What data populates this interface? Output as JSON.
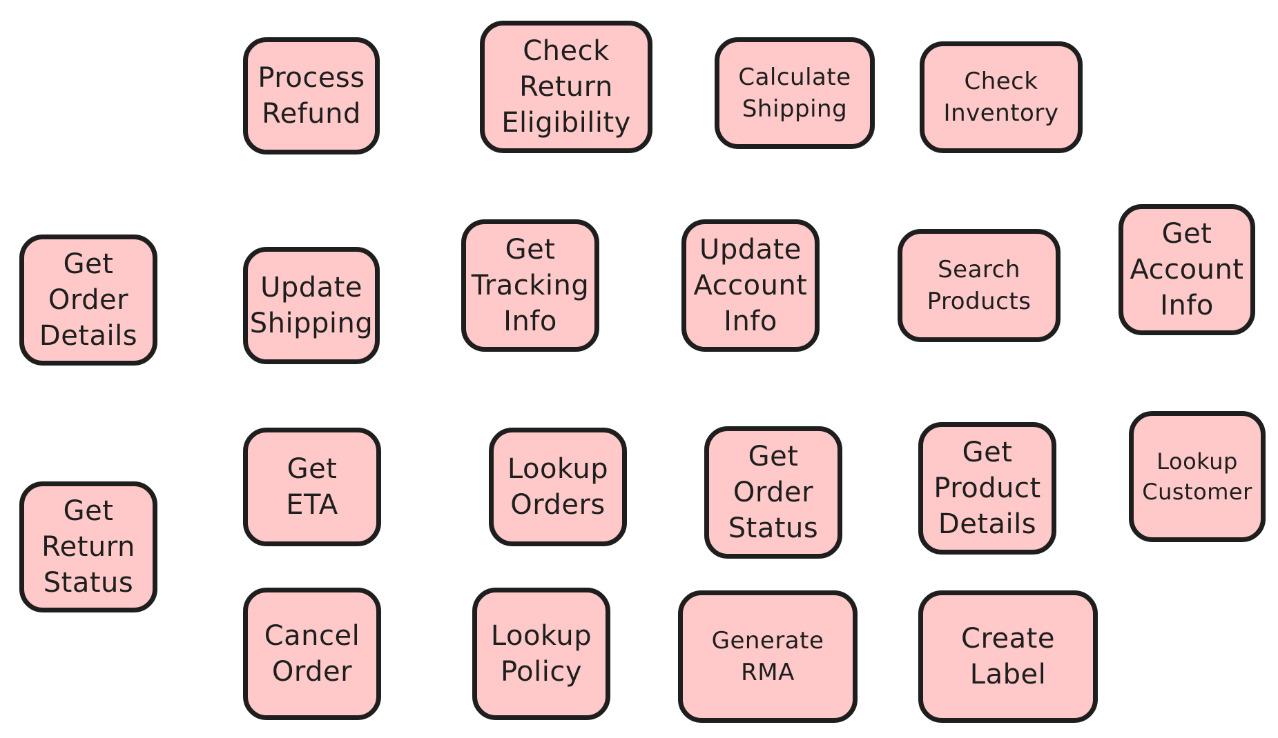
{
  "diagram": {
    "background": "#ffffff",
    "node_fill": "#ffc9c9",
    "node_stroke": "#1e1e1e",
    "nodes": [
      {
        "id": "process-refund",
        "label": "Process\nRefund"
      },
      {
        "id": "check-return-eligibility",
        "label": "Check\nReturn\nEligibility"
      },
      {
        "id": "calculate-shipping",
        "label": "Calculate\nShipping"
      },
      {
        "id": "check-inventory",
        "label": "Check\nInventory"
      },
      {
        "id": "get-order-details",
        "label": "Get\nOrder\nDetails"
      },
      {
        "id": "update-shipping",
        "label": "Update\nShipping"
      },
      {
        "id": "get-tracking-info",
        "label": "Get\nTracking\nInfo"
      },
      {
        "id": "update-account-info",
        "label": "Update\nAccount\nInfo"
      },
      {
        "id": "search-products",
        "label": "Search\nProducts"
      },
      {
        "id": "get-account-info",
        "label": "Get\nAccount\nInfo"
      },
      {
        "id": "get-return-status",
        "label": "Get\nReturn\nStatus"
      },
      {
        "id": "get-eta",
        "label": "Get\nETA"
      },
      {
        "id": "lookup-orders",
        "label": "Lookup\nOrders"
      },
      {
        "id": "get-order-status",
        "label": "Get\nOrder\nStatus"
      },
      {
        "id": "get-product-details",
        "label": "Get\nProduct\nDetails"
      },
      {
        "id": "lookup-customer",
        "label": "Lookup\nCustomer"
      },
      {
        "id": "cancel-order",
        "label": "Cancel\nOrder"
      },
      {
        "id": "lookup-policy",
        "label": "Lookup\nPolicy"
      },
      {
        "id": "generate-rma",
        "label": "Generate\nRMA"
      },
      {
        "id": "create-label",
        "label": "Create\nLabel"
      }
    ]
  }
}
